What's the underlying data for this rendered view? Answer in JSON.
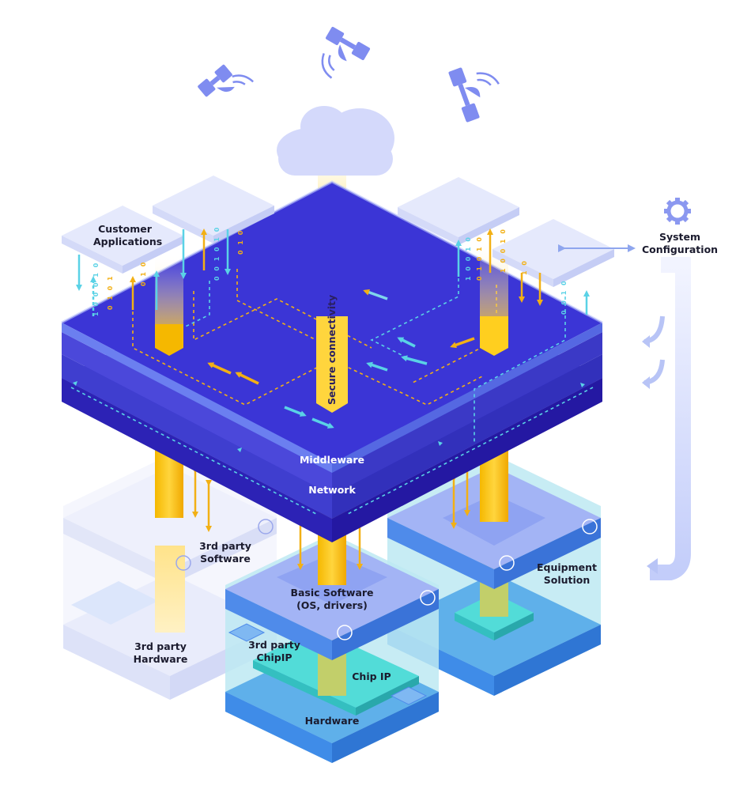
{
  "labels": {
    "customer_applications_line1": "Customer",
    "customer_applications_line2": "Applications",
    "system_configuration_line1": "System",
    "system_configuration_line2": "Configuration",
    "secure_connectivity": "Secure connectivity",
    "middleware": "Middleware",
    "network": "Network",
    "third_party_software_line1": "3rd party",
    "third_party_software_line2": "Software",
    "third_party_hardware_line1": "3rd party",
    "third_party_hardware_line2": "Hardware",
    "basic_software_line1": "Basic Software",
    "basic_software_line2": "(OS, drivers)",
    "third_party_chipip_line1": "3rd party",
    "third_party_chipip_line2": "ChipIP",
    "chip_ip": "Chip IP",
    "hardware": "Hardware",
    "equipment_solution_line1": "Equipment",
    "equipment_solution_line2": "Solution"
  },
  "binary_streams": {
    "stream_a": "1 0 0 0 1 0",
    "stream_b": "0 1 0 1",
    "stream_c": "0 1 0",
    "stream_d": "0 0 1 0 1 0",
    "stream_e": "0 1 0",
    "stream_f": "1 0 0 1 0",
    "stream_g": "0 1 0 1 0",
    "stream_h": "1 0 0 1 0",
    "stream_i": "1 0",
    "stream_j": "0 0 1 0"
  },
  "icons": {
    "gear": "gear-icon",
    "cloud": "cloud-icon",
    "satellite": "satellite-icon",
    "chip": "chip-icon",
    "port": "port-icon"
  },
  "colors": {
    "platform_top": "#3b35d6",
    "platform_side": "#2a24b8",
    "platform_edge": "#4f7ae8",
    "pillar_yellow": "#ffd53d",
    "pillar_gold": "#f5b800",
    "arrow_yellow": "#f2b015",
    "arrow_cyan": "#5ad2e6",
    "satellite": "#7f8cf0",
    "cloud": "#d4d9fb",
    "tile": "#e5e9fc",
    "module_blue": "#3f8ce8",
    "module_glass": "#a6e4f0",
    "chip_cyan": "#52dcd8",
    "ghost": "#f0f2fc"
  }
}
